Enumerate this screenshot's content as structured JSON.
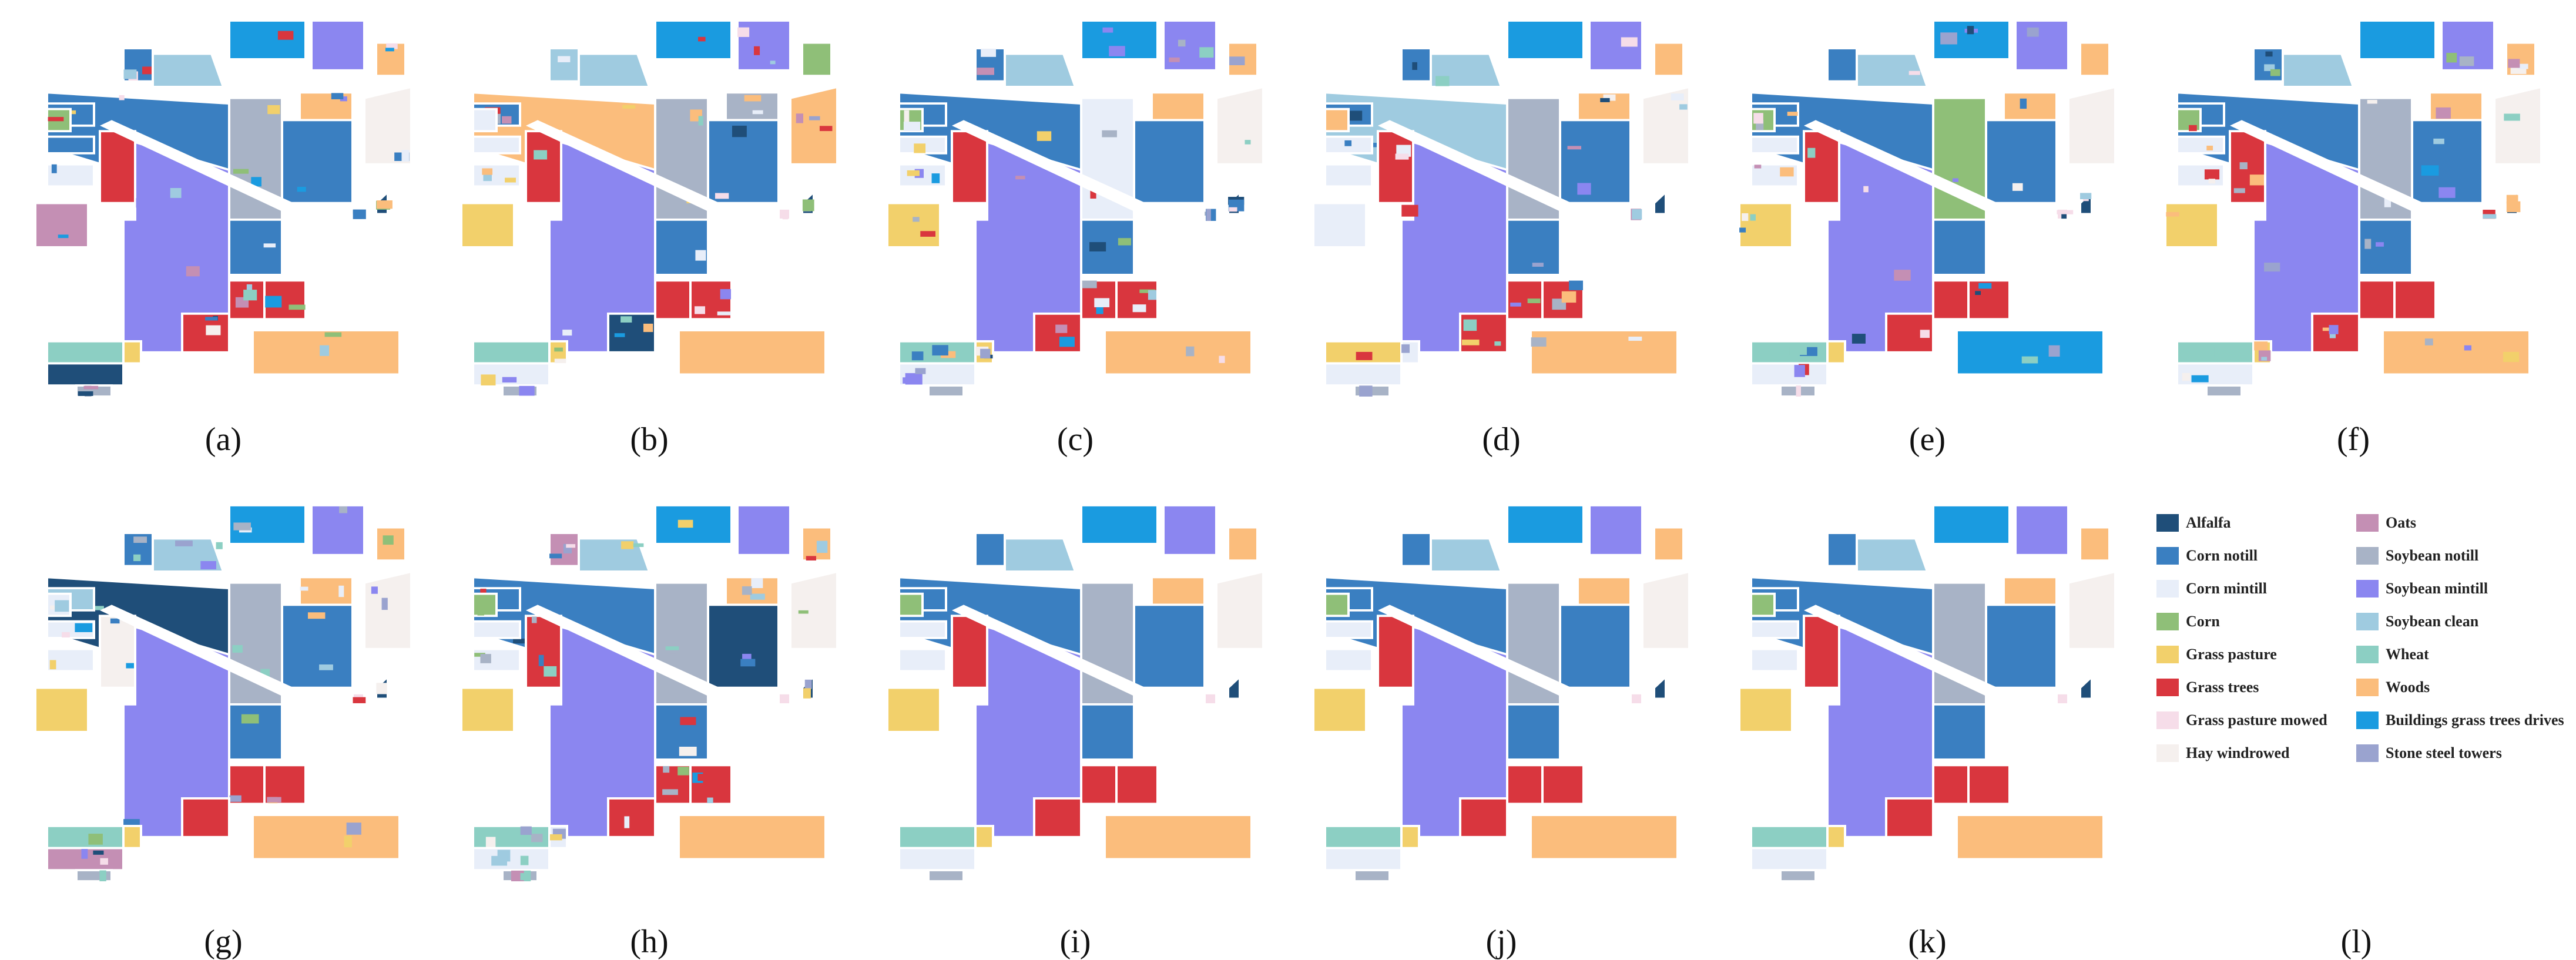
{
  "panels": [
    {
      "id": "a",
      "caption": "(a)"
    },
    {
      "id": "b",
      "caption": "(b)"
    },
    {
      "id": "c",
      "caption": "(c)"
    },
    {
      "id": "d",
      "caption": "(d)"
    },
    {
      "id": "e",
      "caption": "(e)"
    },
    {
      "id": "f",
      "caption": "(f)"
    },
    {
      "id": "g",
      "caption": "(g)"
    },
    {
      "id": "h",
      "caption": "(h)"
    },
    {
      "id": "i",
      "caption": "(i)"
    },
    {
      "id": "j",
      "caption": "(j)"
    },
    {
      "id": "k",
      "caption": "(k)"
    }
  ],
  "legend_caption": "(l)",
  "legend": [
    {
      "label": "Alfalfa",
      "color": "#1f4e79"
    },
    {
      "label": "Corn notill",
      "color": "#3a7fc1"
    },
    {
      "label": "Corn mintill",
      "color": "#e8eef9"
    },
    {
      "label": "Corn",
      "color": "#8fbf78"
    },
    {
      "label": "Grass pasture",
      "color": "#f2d06b"
    },
    {
      "label": "Grass trees",
      "color": "#d9363e"
    },
    {
      "label": "Grass pasture mowed",
      "color": "#f6dde9"
    },
    {
      "label": "Hay windrowed",
      "color": "#f5f0ee"
    },
    {
      "label": "Oats",
      "color": "#c48fb4"
    },
    {
      "label": "Soybean notill",
      "color": "#a8b3c6"
    },
    {
      "label": "Soybean mintill",
      "color": "#8b86f0"
    },
    {
      "label": "Soybean clean",
      "color": "#9fcbe0"
    },
    {
      "label": "Wheat",
      "color": "#8ccfc3"
    },
    {
      "label": "Woods",
      "color": "#fbbd7c"
    },
    {
      "label": "Buildings grass trees drives",
      "color": "#1a9be0"
    },
    {
      "label": "Stone steel towers",
      "color": "#9aa3cf"
    }
  ]
}
